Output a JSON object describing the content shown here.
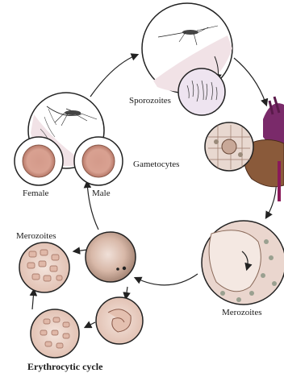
{
  "labels": {
    "sporozoites": "Sporozoites",
    "gametocytes": "Gametocytes",
    "female": "Female",
    "male": "Male",
    "merozoites_left": "Merozoites",
    "merozoites_right": "Merozoites",
    "erythrocytic_cycle": "Erythrocytic cycle"
  },
  "colors": {
    "skin": "#f2e6e6",
    "rbc_fill": "#e8c4b4",
    "rbc_edge": "#a86a5a",
    "liver": "#8a5a3a",
    "heart": "#7a2a6a",
    "vessel": "#8a1a5a",
    "outline": "#222222"
  }
}
